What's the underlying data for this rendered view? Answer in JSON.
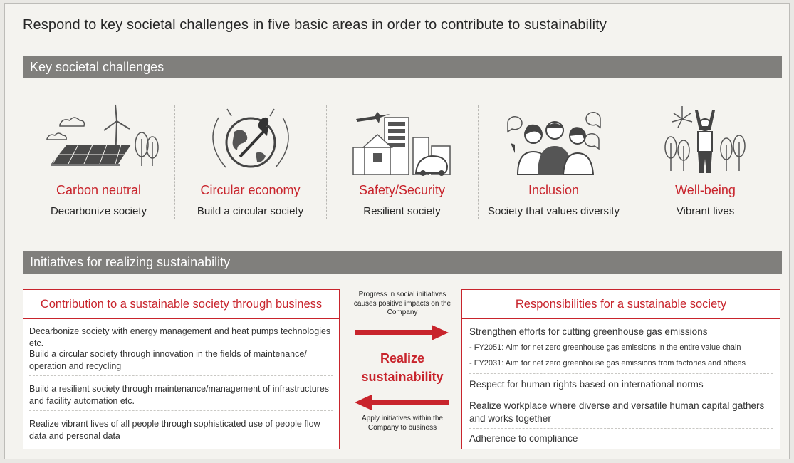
{
  "title": "Respond to key societal challenges in five basic areas in order to contribute to sustainability",
  "band_challenges": "Key societal challenges",
  "band_initiatives": "Initiatives for realizing sustainability",
  "areas": [
    {
      "name": "Carbon neutral",
      "sub": "Decarbonize society",
      "icon": "wind-solar-icon"
    },
    {
      "name": "Circular economy",
      "sub": "Build a circular society",
      "icon": "globe-cycle-icon"
    },
    {
      "name": "Safety/Security",
      "sub": "Resilient society",
      "icon": "city-safety-icon"
    },
    {
      "name": "Inclusion",
      "sub": "Society that values diversity",
      "icon": "diverse-people-icon"
    },
    {
      "name": "Well-being",
      "sub": "Vibrant lives",
      "icon": "happy-person-trees-icon"
    }
  ],
  "left_box": {
    "title": "Contribution to a sustainable society through business",
    "items": [
      "Decarbonize society with energy management and heat pumps technologies etc.",
      "Build a circular society through innovation in the fields of maintenance/ operation and recycling",
      "Build a resilient society through maintenance/management of infrastructures and facility automation etc.",
      "Realize vibrant lives of all people through sophisticated use of people flow data and personal data"
    ]
  },
  "center": {
    "top_note": "Progress in social initiatives causes positive impacts on the Company",
    "realize_line1": "Realize",
    "realize_line2": "sustainability",
    "bottom_note": "Apply initiatives within the Company to business"
  },
  "right_box": {
    "title": "Responsibilities for a sustainable society",
    "main1": "Strengthen efforts for cutting greenhouse gas emissions",
    "sub1": "- FY2051: Aim for net zero greenhouse gas emissions in the entire value chain",
    "sub2": "- FY2031: Aim for net zero greenhouse gas emissions from factories and offices",
    "main2": "Respect for human rights based on international norms",
    "main3": "Realize workplace where diverse and versatile human capital gathers and works together",
    "main4": "Adherence to compliance"
  },
  "colors": {
    "accent": "#c8242c",
    "band": "#807f7c"
  }
}
